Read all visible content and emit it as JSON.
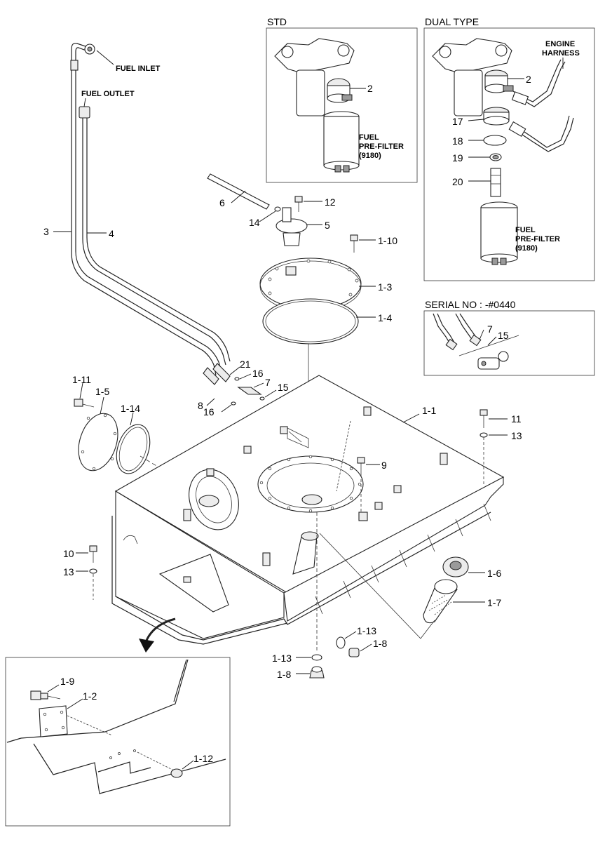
{
  "annotations": {
    "fuel_inlet": "FUEL INLET",
    "fuel_outlet": "FUEL OUTLET"
  },
  "std_box": {
    "title": "STD",
    "filter_line1": "FUEL",
    "filter_line2": "PRE-FILTER",
    "filter_line3": "(9180)"
  },
  "dual_box": {
    "title": "DUAL TYPE",
    "harness_line1": "ENGINE",
    "harness_line2": "HARNESS",
    "filter_line1": "FUEL",
    "filter_line2": "PRE-FILTER",
    "filter_line3": "(9180)"
  },
  "serial_box": {
    "title": "SERIAL NO : -#0440"
  },
  "callouts": {
    "c2_std": "2",
    "c2_dual": "2",
    "c17": "17",
    "c18": "18",
    "c19": "19",
    "c20": "20",
    "c7_serial": "7",
    "c15_serial": "15",
    "c3": "3",
    "c4": "4",
    "c6": "6",
    "c12": "12",
    "c14": "14",
    "c5": "5",
    "c1_10": "1-10",
    "c1_3": "1-3",
    "c1_4": "1-4",
    "c21": "21",
    "c16a": "16",
    "c7": "7",
    "c8": "8",
    "c16b": "16",
    "c15": "15",
    "c1_11": "1-11",
    "c1_5": "1-5",
    "c1_14": "1-14",
    "c1_1": "1-1",
    "c11": "11",
    "c13a": "13",
    "c9": "9",
    "c10": "10",
    "c13b": "13",
    "c1_6": "1-6",
    "c1_7": "1-7",
    "c1_13a": "1-13",
    "c1_8a": "1-8",
    "c1_13b": "1-13",
    "c1_8b": "1-8",
    "c1_9": "1-9",
    "c1_2": "1-2",
    "c1_12": "1-12"
  },
  "icons": {
    "detail_arrow": "curved-arrow-down-icon"
  }
}
